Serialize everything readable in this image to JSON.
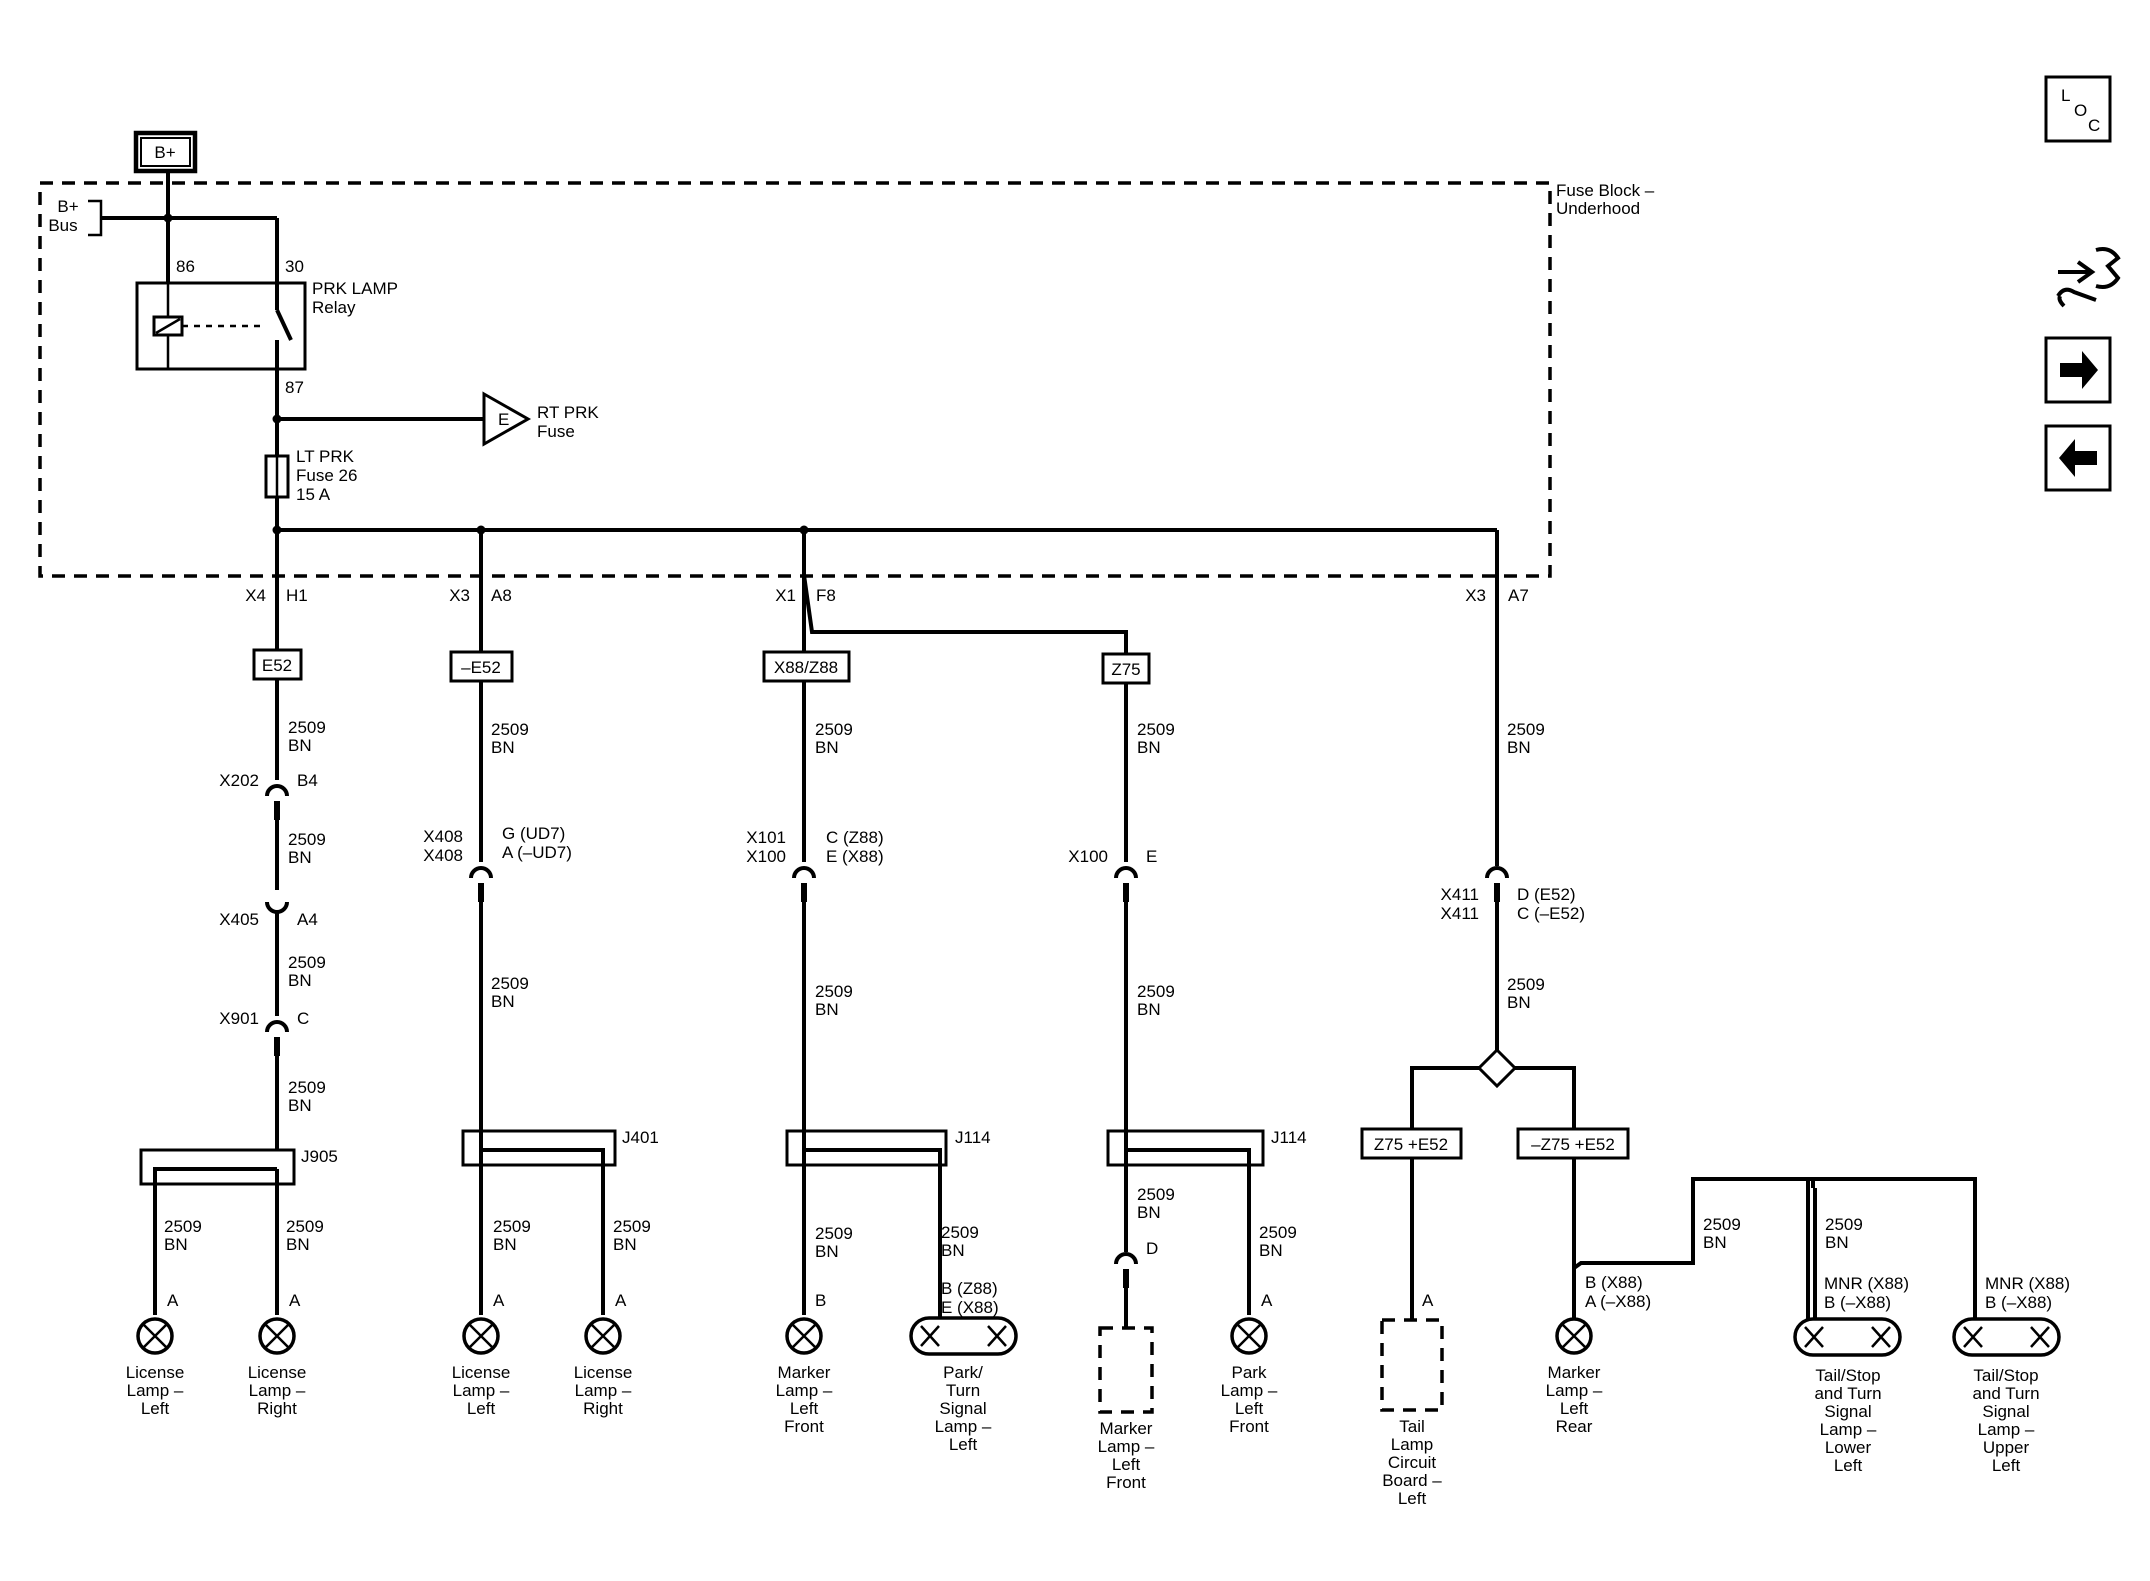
{
  "supply": {
    "bplus": "B+",
    "bus_line1": "B+",
    "bus_line2": "Bus"
  },
  "fuse_block": {
    "line1": "Fuse Block –",
    "line2": "Underhood"
  },
  "relay": {
    "name_line1": "PRK LAMP",
    "name_line2": "Relay",
    "pin86": "86",
    "pin30": "30",
    "pin87": "87"
  },
  "rt_fuse": {
    "letter": "E",
    "line1": "RT PRK",
    "line2": "Fuse"
  },
  "lt_fuse": {
    "line1": "LT PRK",
    "line2": "Fuse 26",
    "line3": "15 A"
  },
  "wire": {
    "circuit": "2509",
    "color": "BN"
  },
  "nav": {
    "loc_l": "L",
    "loc_o": "O",
    "loc_c": "C",
    "connector_icon": "connector-icon",
    "next_icon": "arrow-right-icon",
    "prev_icon": "arrow-left-icon"
  },
  "branch1": {
    "conn": "X4",
    "pin": "H1",
    "option": "E52",
    "c1": {
      "name": "X202",
      "pin": "B4"
    },
    "c2": {
      "name": "X405",
      "pin": "A4"
    },
    "c3": {
      "name": "X901",
      "pin": "C"
    },
    "splice": "J905",
    "lamp_left": {
      "pin": "A",
      "l1": "License",
      "l2": "Lamp –",
      "l3": "Left"
    },
    "lamp_right": {
      "pin": "A",
      "l1": "License",
      "l2": "Lamp –",
      "l3": "Right"
    }
  },
  "branch2": {
    "conn": "X3",
    "pin": "A8",
    "option": "–E52",
    "c1": {
      "name1": "X408",
      "name2": "X408",
      "pin1": "G (UD7)",
      "pin2": "A (–UD7)"
    },
    "splice": "J401",
    "lamp_left": {
      "pin": "A",
      "l1": "License",
      "l2": "Lamp –",
      "l3": "Left"
    },
    "lamp_right": {
      "pin": "A",
      "l1": "License",
      "l2": "Lamp –",
      "l3": "Right"
    }
  },
  "branch3": {
    "conn": "X1",
    "pin": "F8",
    "option": "X88/Z88",
    "c1": {
      "name1": "X101",
      "name2": "X100",
      "pin1": "C (Z88)",
      "pin2": "E (X88)"
    },
    "splice": "J114",
    "lamp_marker": {
      "pin": "B",
      "l1": "Marker",
      "l2": "Lamp –",
      "l3": "Left",
      "l4": "Front"
    },
    "lamp_park": {
      "pin1": "B (Z88)",
      "pin2": "E (X88)",
      "l1": "Park/",
      "l2": "Turn",
      "l3": "Signal",
      "l4": "Lamp –",
      "l5": "Left"
    }
  },
  "branch4": {
    "option": "Z75",
    "c1": {
      "name": "X100",
      "pin": "E"
    },
    "splice": "J114",
    "c2": {
      "pin": "D"
    },
    "lamp_marker": {
      "l1": "Marker",
      "l2": "Lamp –",
      "l3": "Left",
      "l4": "Front"
    },
    "lamp_park": {
      "pin": "A",
      "l1": "Park",
      "l2": "Lamp –",
      "l3": "Left",
      "l4": "Front"
    }
  },
  "branch5": {
    "conn": "X3",
    "pin": "A7",
    "c1": {
      "name1": "X411",
      "name2": "X411",
      "pin1": "D (E52)",
      "pin2": "C (–E52)"
    },
    "option_left": "Z75 +E52",
    "option_right": "–Z75 +E52",
    "board": {
      "pin": "A",
      "l1": "Tail",
      "l2": "Lamp",
      "l3": "Circuit",
      "l4": "Board –",
      "l5": "Left"
    },
    "marker": {
      "pin1": "B (X88)",
      "pin2": "A (–X88)",
      "l1": "Marker",
      "l2": "Lamp –",
      "l3": "Left",
      "l4": "Rear"
    },
    "tail_lower": {
      "pin1": "MNR (X88)",
      "pin2": "B (–X88)",
      "l1": "Tail/Stop",
      "l2": "and Turn",
      "l3": "Signal",
      "l4": "Lamp –",
      "l5": "Lower",
      "l6": "Left"
    },
    "tail_upper": {
      "pin1": "MNR (X88)",
      "pin2": "B (–X88)",
      "l1": "Tail/Stop",
      "l2": "and Turn",
      "l3": "Signal",
      "l4": "Lamp –",
      "l5": "Upper",
      "l6": "Left"
    }
  }
}
